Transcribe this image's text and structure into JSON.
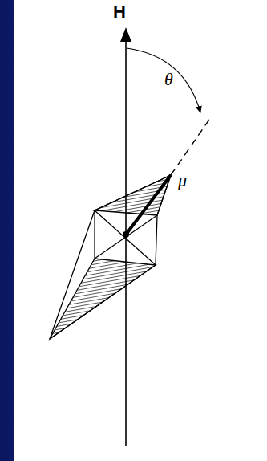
{
  "diagram": {
    "labels": [
      "H",
      "θ",
      "μ"
    ]
  }
}
